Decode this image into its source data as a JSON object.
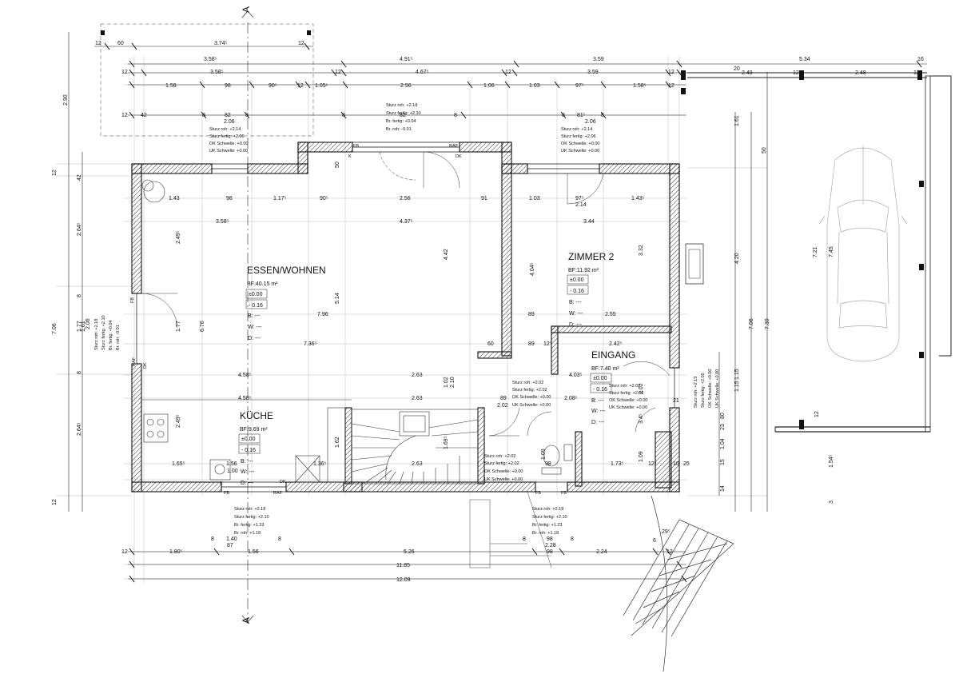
{
  "rooms": {
    "essen": {
      "name": "ESSEN/WOHNEN",
      "bf": "BF:40.15 m²",
      "level1": "±0.00",
      "level2": "- 0.16",
      "b": "B: ---",
      "w": "W: ---",
      "d": "D: ---"
    },
    "zimmer": {
      "name": "ZIMMER 2",
      "bf": "BF:11.92 m²",
      "level1": "±0.00",
      "level2": "- 0.16",
      "b": "B: ---",
      "w": "W: ---",
      "d": "D: ---"
    },
    "eingang": {
      "name": "EINGANG",
      "bf": "BF:7.40 m²",
      "level1": "±0.00",
      "level2": "- 0.16",
      "b": "B: ---",
      "w": "W: ---",
      "d": "D: ---"
    },
    "kueche": {
      "name": "KÜCHE",
      "bf": "BF:9.69 m²",
      "level1": "±0.00",
      "level2": "- 0.16",
      "b": "B: ---",
      "w": "W: ---",
      "d": "D: ---"
    }
  },
  "section_marker": "A",
  "door_labels": {
    "fb": "FB",
    "raf": "RAF",
    "dk": "DK",
    "k": "K"
  },
  "lintel_top_left": [
    "Sturz roh:   +2.14",
    "Sturz fertig:   +2.06",
    "OK Schwelle: +0.00",
    "UK Schwelle: +0.00"
  ],
  "lintel_top_mid": [
    "Sturz roh:   +2.18",
    "Sturz fertig: +2.10",
    "Br. fertig:  +0.04",
    "Br. roh:   -0.01"
  ],
  "lintel_top_right": [
    "Sturz roh:   +2.14",
    "Sturz fertig:   +2.06",
    "OK Schwelle: +0.00",
    "UK Schwelle: +0.00"
  ],
  "lintel_bottom_left": [
    "Sturz roh:   +2.18",
    "Sturz fertig:   +2.10",
    "Br. fertig:   +1.23",
    "Br. roh:   +1.18"
  ],
  "lintel_bottom_right": [
    "Sturz roh:   +2.18",
    "Sturz fertig:   +2.10",
    "Br. fertig:   +1.23",
    "Br. roh:   +1.18"
  ],
  "lintel_eingang": [
    "Sturz roh:   +2.02",
    "Sturz fertig:   +2.02",
    "OK Schwelle: +0.00",
    "UK Schwelle: +0.00"
  ],
  "lintel_wc": [
    "Sturz roh:   +2.02",
    "Sturz fertig: +2.02",
    "OK Schwelle: +0.00",
    "UK Schwelle: +0.00"
  ],
  "lintel_right_door": [
    "Sturz roh:   +2.02",
    "Sturz fertig:   +2.02",
    "OK Schwelle: +0.00",
    "UK Schwelle: +0.00"
  ],
  "lintel_left_vertical": [
    "Sturz roh:  +2.18",
    "Sturz fertig: +2.10",
    "Br. fertig: +0.04",
    "Br. roh:  -0.01"
  ],
  "lintel_right_vertical": [
    "Sturz roh: +2.13",
    "Sturz fertig: +2.05",
    "OK Schwelle: +0.00",
    "UK Schwelle: +0.00"
  ],
  "top_dims": {
    "row0": [
      "12",
      "60",
      "3.74⁵",
      "12"
    ],
    "row1": [
      "3.58⁵",
      "4.91⁵",
      "3.59",
      "5.34",
      "16"
    ],
    "row2": [
      "12",
      "3.58⁵",
      "12",
      "4.67⁵",
      "12",
      "3.59",
      "12",
      "20",
      "2.49",
      "12",
      "2.48",
      "12"
    ],
    "row3": [
      "1.58",
      "98",
      "90⁵",
      "12",
      "1.05⁵",
      "2.56",
      "1.06",
      "1.03",
      "97⁵",
      "1.58⁵",
      "12"
    ],
    "row4": [
      "12",
      "42",
      "8",
      "82",
      "8",
      "2.06",
      "8",
      "82",
      "8",
      "8",
      "81⁵",
      "8",
      "2.06"
    ]
  },
  "interior_dims": [
    "1.43",
    "98",
    "1.17⁵",
    "90⁵",
    "2.56",
    "91",
    "1.03",
    "97⁵",
    "1.43⁵",
    "2.14",
    "3.58⁵",
    "4.37⁵",
    "3.44",
    "7.96",
    "7.36⁵",
    "60",
    "89",
    "2.55",
    "89",
    "12⁵",
    "2.42⁵",
    "4.58⁵",
    "2.63",
    "4.03⁵",
    "4.58⁵",
    "2.63",
    "2.08⁵",
    "2.02",
    "89",
    "1.65⁵",
    "1.56",
    "1.36⁵",
    "2.63",
    "1.09",
    "98",
    "1.73⁵",
    "12⁵",
    "10",
    "25",
    "21",
    "5.14",
    "4.42",
    "4.04⁵",
    "3.32",
    "2.49⁵",
    "6.76",
    "1.77",
    "2.49⁵",
    "1.62",
    "1.69⁵",
    "1.02",
    "2.10",
    "2.02",
    "1.09",
    "1.15",
    "3.4⁵",
    "50",
    "1.00"
  ],
  "left_dims": [
    "2.90",
    "12",
    "42",
    "2.64⁵",
    "8",
    "1.77",
    "7.06",
    "8",
    "2.64⁵",
    "12",
    "2.06",
    "1.61"
  ],
  "right_dims": [
    "1.61",
    "50",
    "4.20",
    "7.06",
    "7.30",
    "7.21",
    "7.45",
    "1.15",
    "80",
    "12",
    "1.04",
    "23",
    "15",
    "14",
    "1.54⁵",
    "3"
  ],
  "bottom_dims": {
    "row1": [
      "8",
      "1.40",
      "8",
      "87",
      "8",
      "98",
      "8"
    ],
    "row2": [
      "12",
      "1.80⁵",
      "1.56",
      "5.26",
      "98",
      "2.24",
      "6",
      "12"
    ],
    "row3": [
      "11.85"
    ],
    "row4": [
      "12.09"
    ],
    "misc": [
      "29⁵",
      "2.28"
    ]
  }
}
